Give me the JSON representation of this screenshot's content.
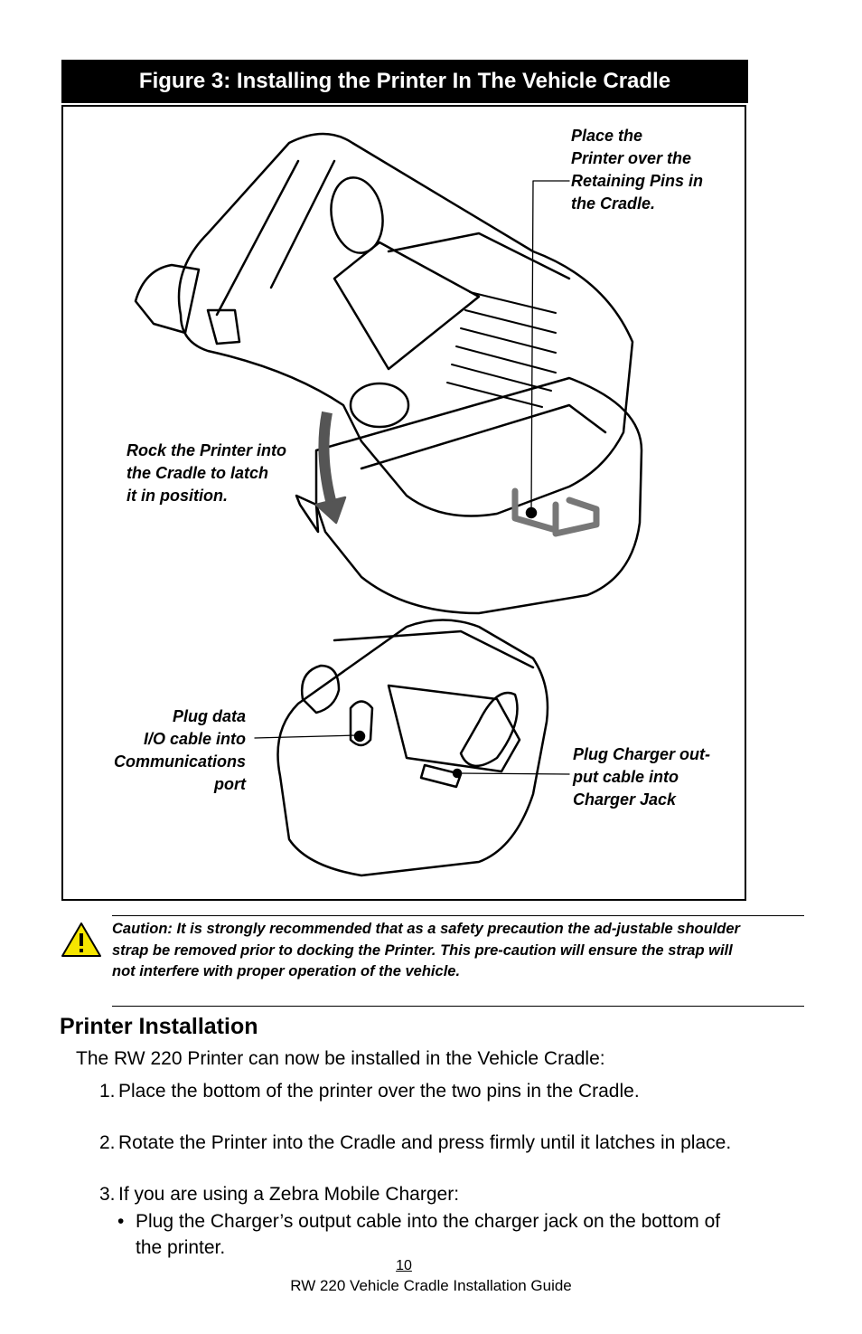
{
  "figure": {
    "title": "Figure 3:  Installing the Printer In The Vehicle Cradle",
    "callouts": {
      "place_pins": "Place the\nPrinter over the\nRetaining Pins in\nthe Cradle.",
      "rock_printer": "Rock the Printer into\nthe Cradle to latch\nit in position.",
      "plug_data": "Plug data\nI/O cable into\nCommunications\nport",
      "plug_charger": "Plug Charger out-\nput cable into\nCharger Jack"
    }
  },
  "caution": {
    "icon": "warning-triangle-icon",
    "text": "Caution: It is strongly recommended that as a safety precaution the ad-justable shoulder strap be removed prior to docking the Printer.  This pre-caution will ensure the strap will not interfere with proper operation of the vehicle.",
    "icon_color": "#f5e500"
  },
  "section": {
    "title": "Printer Installation",
    "intro": "The RW 220 Printer can now be installed in the Vehicle Cradle:",
    "steps": [
      {
        "num": "1.",
        "text": "Place the bottom of the printer over the two pins in the Cradle."
      },
      {
        "num": "2.",
        "text": "Rotate the Printer into the Cradle and press firmly until it latches in place."
      },
      {
        "num": "3.",
        "text": "If you are using a Zebra Mobile Charger:"
      }
    ],
    "bullets": [
      {
        "mark": "•",
        "text": "Plug the Charger’s output cable into the charger jack on the bottom of the printer."
      }
    ]
  },
  "footer": {
    "page_number": "10",
    "guide_title": "RW 220 Vehicle Cradle Installation Guide"
  }
}
